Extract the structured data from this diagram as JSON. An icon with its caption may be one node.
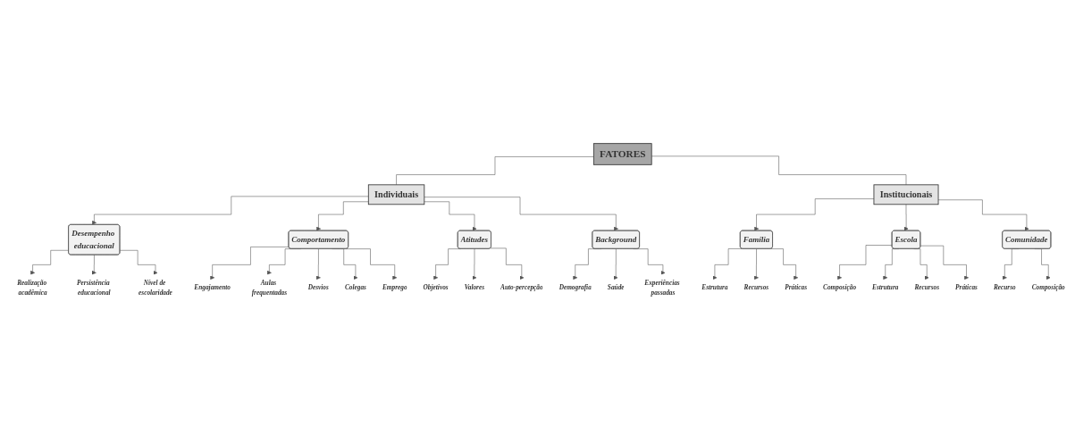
{
  "diagram": {
    "nodes": [
      {
        "text": [
          "FATORES"
        ]
      },
      {
        "text": [
          "Individuais"
        ]
      },
      {
        "text": [
          "Institucionais"
        ]
      },
      {
        "text": [
          "Desempenho educacional"
        ]
      },
      {
        "text": [
          "Realização acadêmica"
        ]
      },
      {
        "text": [
          "Persistência educacional"
        ]
      },
      {
        "text": [
          "Nível de escolaridade"
        ]
      },
      {
        "text": [
          "Comportamento"
        ]
      },
      {
        "text": [
          "Engajamento"
        ]
      },
      {
        "text": [
          "Aulas frequentadas"
        ]
      },
      {
        "text": [
          "Desvios"
        ]
      },
      {
        "text": [
          "Colegas"
        ]
      },
      {
        "text": [
          "Emprego"
        ]
      },
      {
        "text": [
          "Atitudes"
        ]
      },
      {
        "text": [
          "Objetivos"
        ]
      },
      {
        "text": [
          "Valores"
        ]
      },
      {
        "text": [
          "Auto-percepção"
        ]
      },
      {
        "text": [
          "Background"
        ]
      },
      {
        "text": [
          "Demografia"
        ]
      },
      {
        "text": [
          "Saúde"
        ]
      },
      {
        "text": [
          "Experiências passadas"
        ]
      },
      {
        "text": [
          "Família"
        ]
      },
      {
        "text": [
          "Estrutura"
        ]
      },
      {
        "text": [
          "Recursos"
        ]
      },
      {
        "text": [
          "Práticas"
        ]
      },
      {
        "text": [
          "Escola"
        ]
      },
      {
        "text": [
          "Composição"
        ]
      },
      {
        "text": [
          "Estrutura"
        ]
      },
      {
        "text": [
          "Recursos"
        ]
      },
      {
        "text": [
          "Práticas"
        ]
      },
      {
        "text": [
          "Comunidade"
        ]
      },
      {
        "text": [
          "Recurso"
        ]
      },
      {
        "text": [
          "Composição"
        ]
      }
    ],
    "edges": [
      {
        "from": 0,
        "to": 1,
        "arrow": "none"
      },
      {
        "from": 0,
        "to": 2,
        "arrow": "none"
      },
      {
        "from": 1,
        "to": 3,
        "arrow": "to"
      },
      {
        "from": 1,
        "to": 7,
        "arrow": "to"
      },
      {
        "from": 1,
        "to": 13,
        "arrow": "to"
      },
      {
        "from": 1,
        "to": 17,
        "arrow": "to"
      },
      {
        "from": 2,
        "to": 21,
        "arrow": "to"
      },
      {
        "from": 2,
        "to": 25,
        "arrow": "to"
      },
      {
        "from": 2,
        "to": 30,
        "arrow": "to"
      },
      {
        "from": 3,
        "to": 4,
        "arrow": "to"
      },
      {
        "from": 3,
        "to": 5,
        "arrow": "to"
      },
      {
        "from": 3,
        "to": 6,
        "arrow": "to"
      },
      {
        "from": 7,
        "to": 8,
        "arrow": "to"
      },
      {
        "from": 7,
        "to": 9,
        "arrow": "to"
      },
      {
        "from": 7,
        "to": 10,
        "arrow": "to"
      },
      {
        "from": 7,
        "to": 11,
        "arrow": "to"
      },
      {
        "from": 7,
        "to": 12,
        "arrow": "to"
      },
      {
        "from": 13,
        "to": 14,
        "arrow": "to"
      },
      {
        "from": 13,
        "to": 15,
        "arrow": "to"
      },
      {
        "from": 13,
        "to": 16,
        "arrow": "to"
      },
      {
        "from": 17,
        "to": 18,
        "arrow": "to"
      },
      {
        "from": 17,
        "to": 19,
        "arrow": "to"
      },
      {
        "from": 17,
        "to": 20,
        "arrow": "to"
      },
      {
        "from": 21,
        "to": 22,
        "arrow": "to"
      },
      {
        "from": 21,
        "to": 23,
        "arrow": "to"
      },
      {
        "from": 21,
        "to": 24,
        "arrow": "to"
      },
      {
        "from": 25,
        "to": 26,
        "arrow": "to"
      },
      {
        "from": 25,
        "to": 27,
        "arrow": "to"
      },
      {
        "from": 25,
        "to": 28,
        "arrow": "to"
      },
      {
        "from": 25,
        "to": 29,
        "arrow": "to"
      },
      {
        "from": 30,
        "to": 31,
        "arrow": "to"
      },
      {
        "from": 30,
        "to": 32,
        "arrow": "to"
      }
    ]
  }
}
